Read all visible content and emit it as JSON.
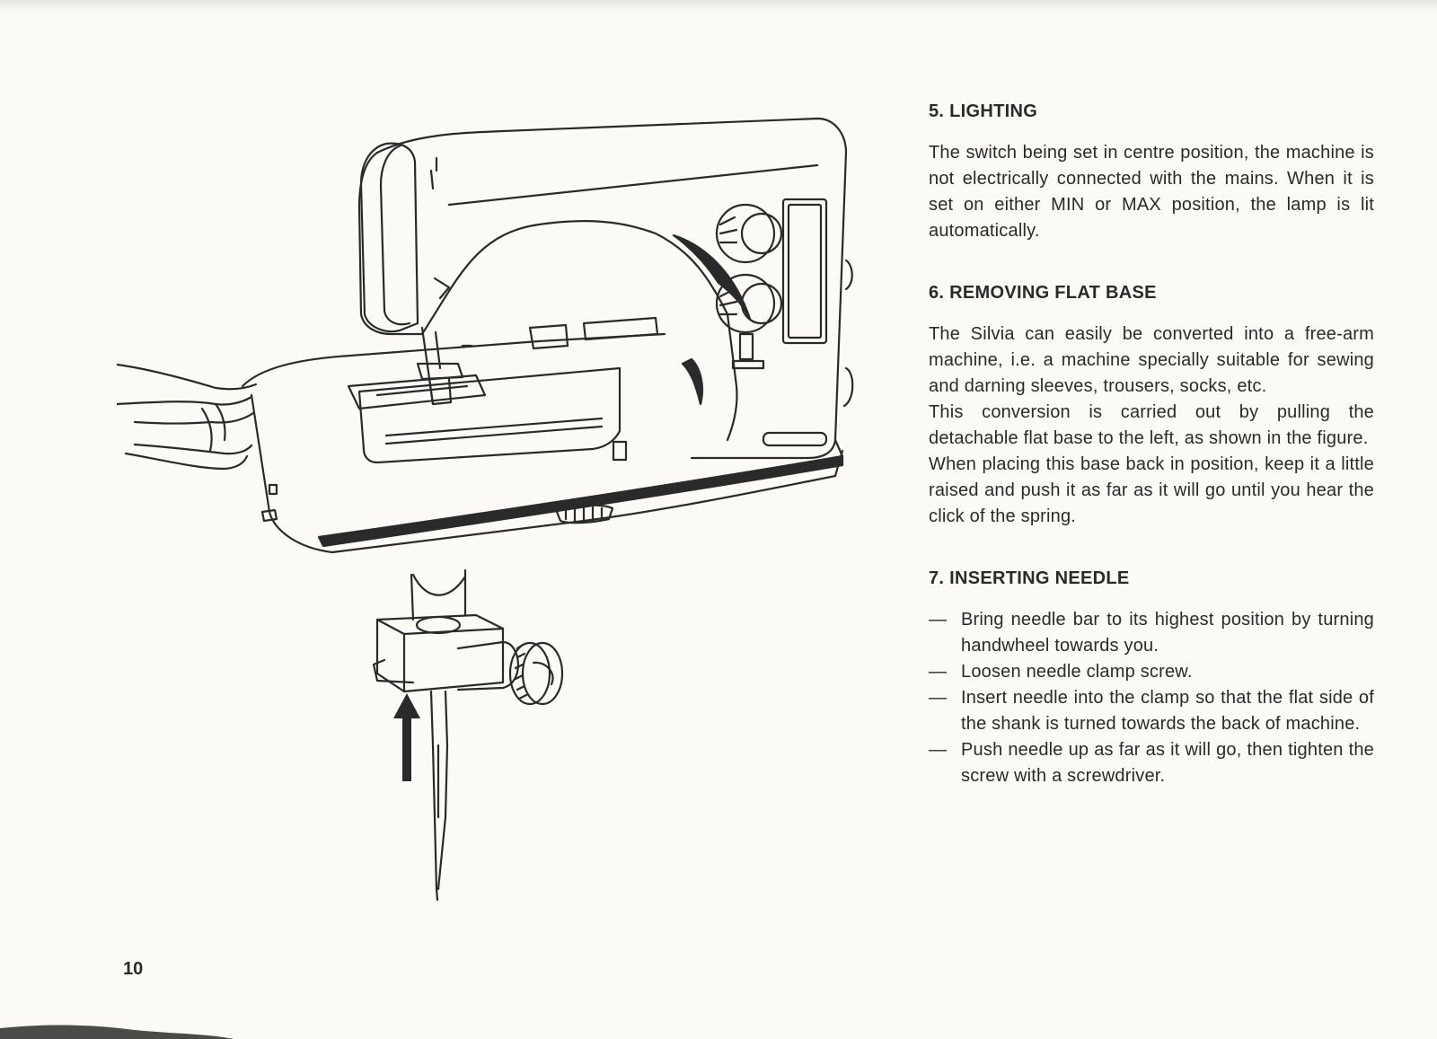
{
  "page_number": "10",
  "sections": [
    {
      "heading": "5. LIGHTING",
      "paragraphs": [
        "The switch being set in centre position, the machine is not electrically connected with the mains. When it is set on either MIN or MAX position, the lamp is lit automatically."
      ]
    },
    {
      "heading": "6. REMOVING FLAT BASE",
      "paragraphs": [
        "The Silvia can easily be converted into a free-arm machine, i.e. a machine specially suitable for sewing and darning sleeves, trousers, socks, etc.",
        "This conversion is carried out by pulling the detachable flat base to the left, as shown in the figure.",
        "When placing this base back in position, keep it a little raised and push it as far as it will go until you hear the click of the spring."
      ]
    },
    {
      "heading": "7. INSERTING NEEDLE",
      "dash": "—",
      "steps": [
        "Bring needle bar to its highest position by turning handwheel towards you.",
        "Loosen needle clamp screw.",
        "Insert needle into the clamp so that the flat side of the shank is turned towards the back of machine.",
        "Push needle up as far as it will go, then tighten the screw with a screwdriver."
      ]
    }
  ],
  "colors": {
    "ink": "#2a2a2a",
    "paper": "#fbfaf6"
  }
}
